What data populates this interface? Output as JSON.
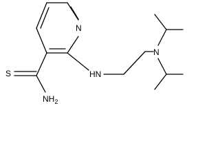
{
  "molecule": {
    "atoms": {
      "ring_n": "N",
      "amine_nh": "HN",
      "tertiary_n": "N",
      "sulfur": "S",
      "amide_nh2": "NH",
      "amide_nh2_subscript": "2"
    }
  },
  "colors": {
    "bond": "#000000",
    "label": "#000000",
    "background": "#ffffff"
  }
}
